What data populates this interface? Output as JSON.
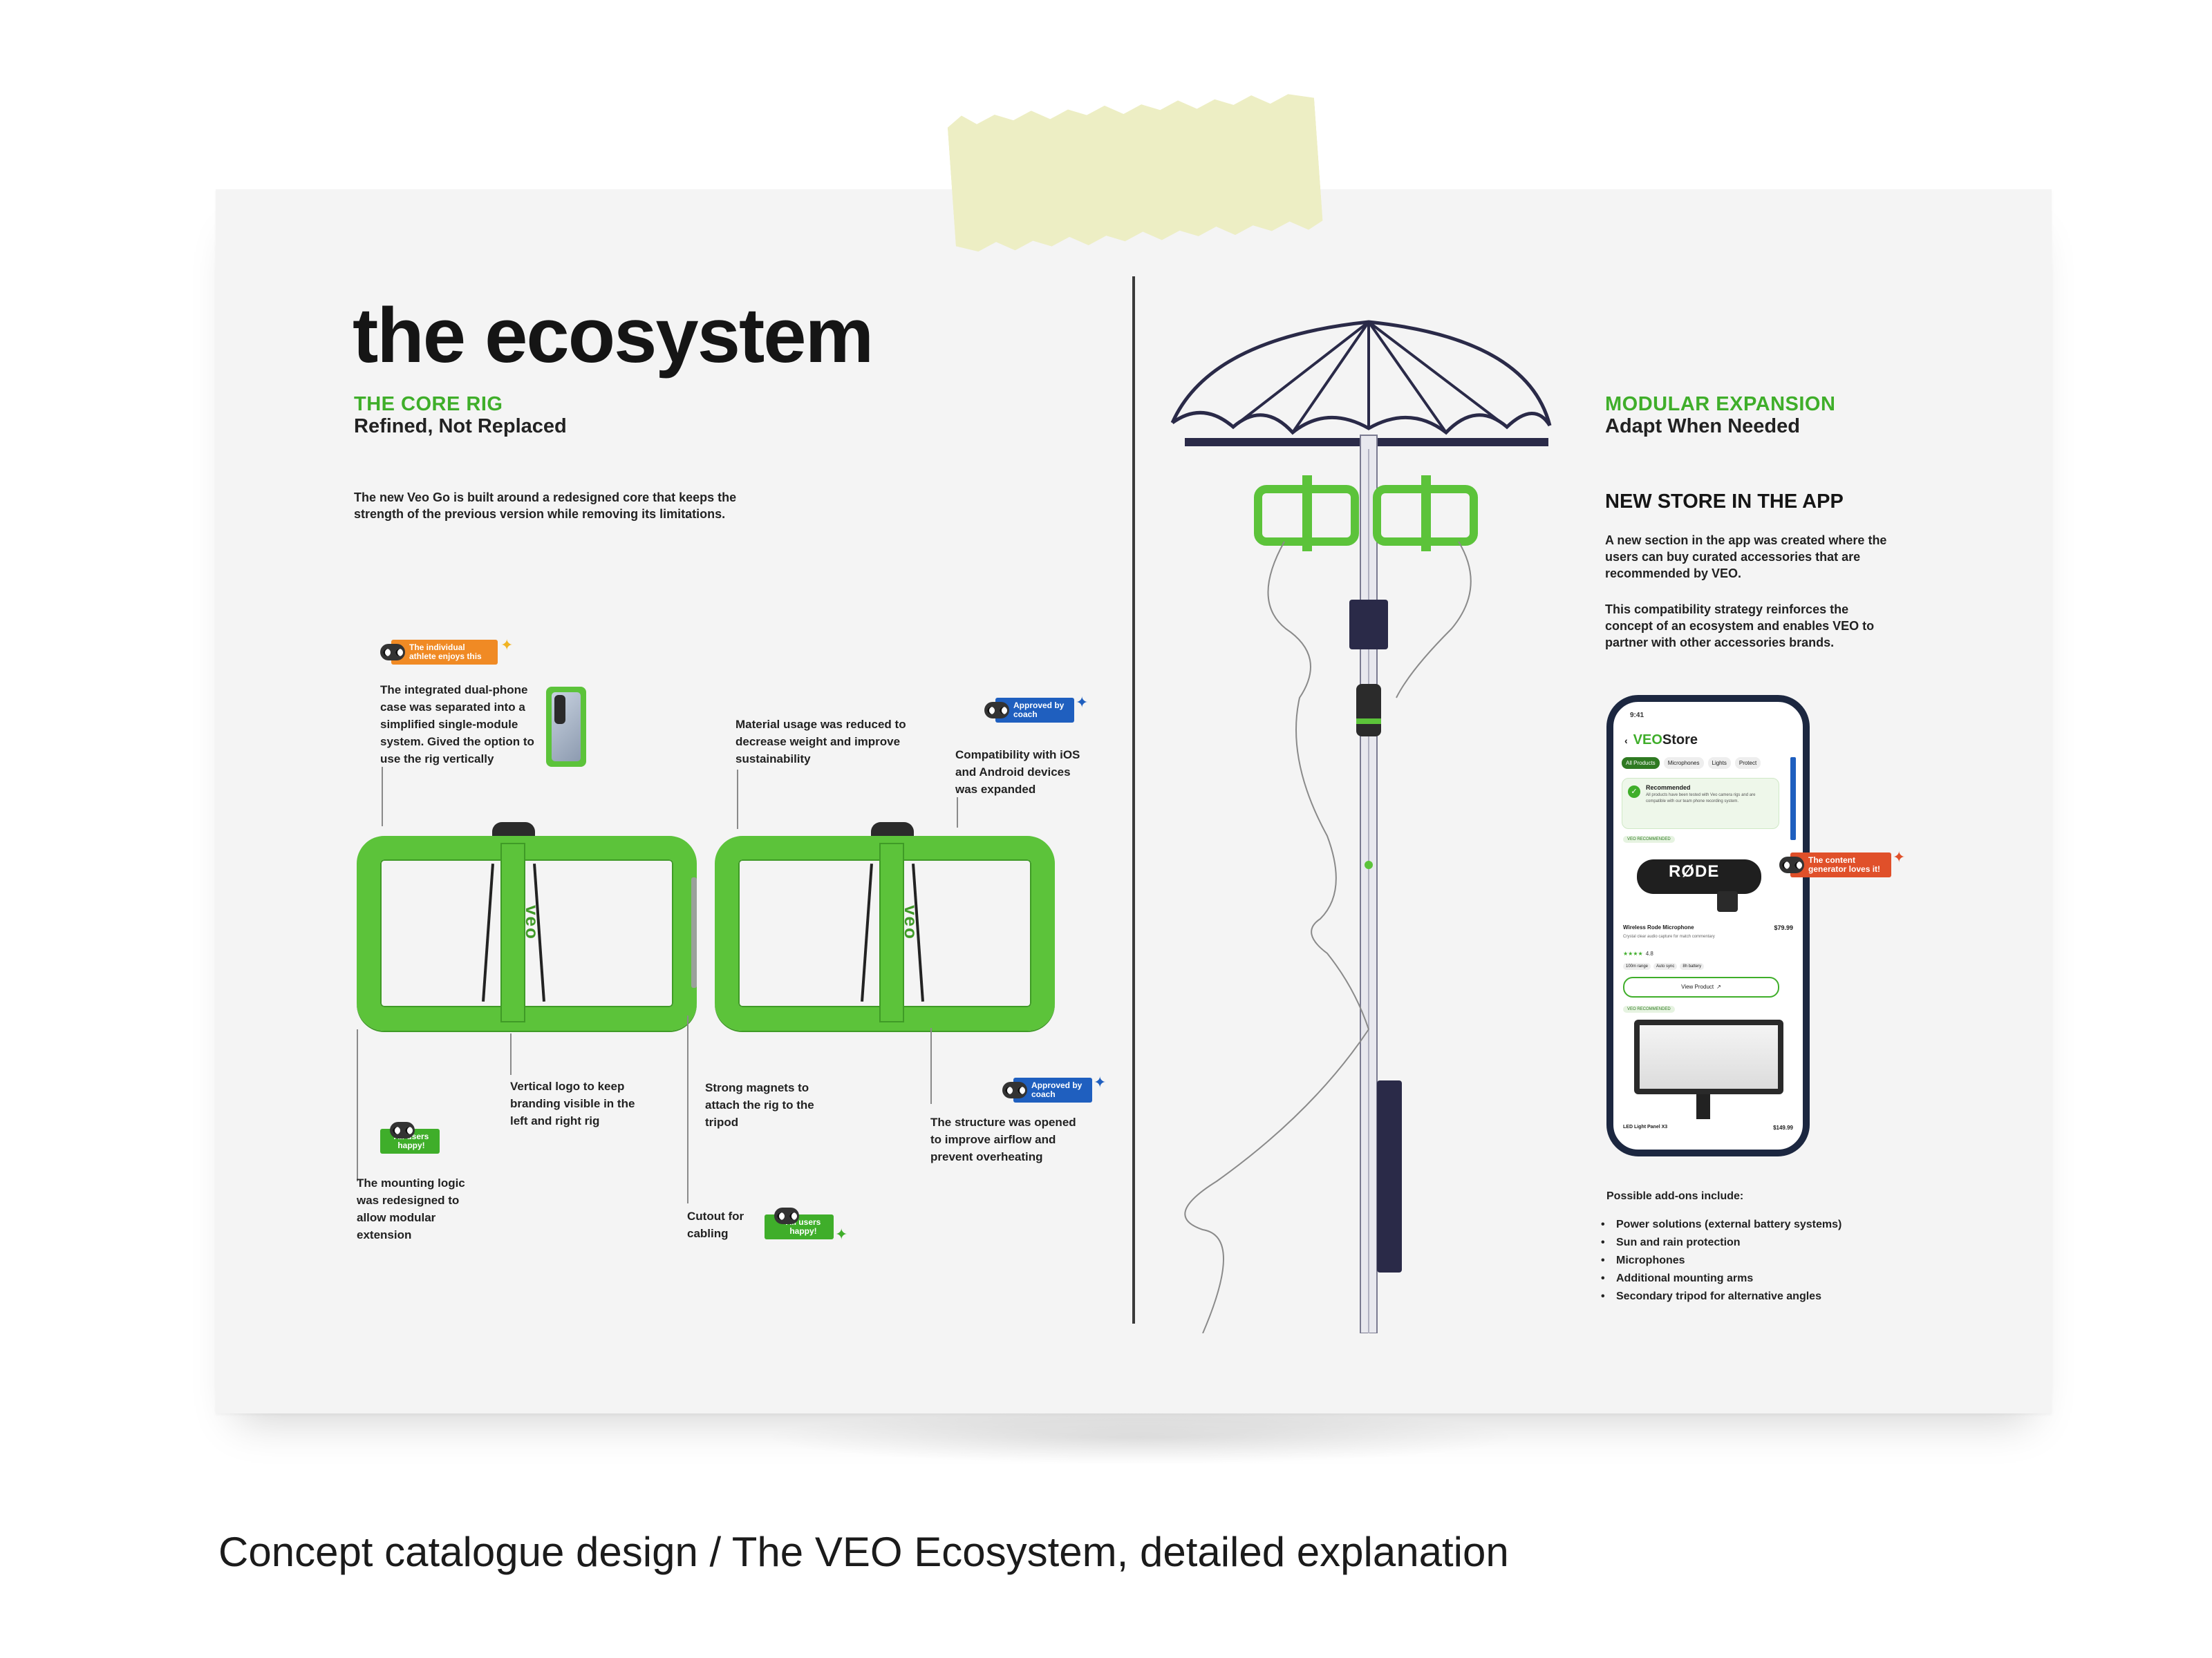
{
  "page": {
    "caption": "Concept catalogue design / The VEO Ecosystem, detailed explanation"
  },
  "left": {
    "title": "the ecosystem",
    "section_kicker": "THE CORE RIG",
    "section_subtitle": "Refined, Not Replaced",
    "intro": "The new Veo Go is built around a redesigned core that keeps the strength of the previous version while removing its limitations.",
    "rig_logo_text": "veo",
    "annotations": {
      "dual_phone": "The integrated dual-phone case was separated into a simplified single-module system. Gived the option to use the rig vertically",
      "material": "Material usage was reduced to decrease weight and improve sustainability",
      "compatibility": "Compatibility with iOS and Android devices was expanded",
      "vertical_logo": "Vertical logo to keep branding visible in the left and right rig",
      "magnets": "Strong magnets to attach the rig to the tripod",
      "airflow": "The structure was opened to improve airflow and prevent overheating",
      "mounting": "The mounting logic was redesigned to allow modular extension",
      "cutout": "Cutout for cabling"
    },
    "badges": {
      "athlete": "The individual athlete enjoys this",
      "coach_1": "Approved by coach",
      "coach_2": "Approved by coach",
      "users_1": "All users happy!",
      "users_2": "All users happy!"
    }
  },
  "right": {
    "section_kicker": "MODULAR EXPANSION",
    "section_subtitle": "Adapt When Needed",
    "store_heading": "NEW STORE IN THE APP",
    "store_para_1": "A new section in the app was created where the users can buy curated accessories that are recommended by VEO.",
    "store_para_2": "This compatibility strategy reinforces the concept of an ecosystem and enables VEO to partner with other accessories brands.",
    "content_badge": "The content generator loves it!",
    "addons_heading": "Possible add-ons include:",
    "addons": [
      "Power solutions (external battery systems)",
      "Sun and rain protection",
      "Microphones",
      "Additional mounting arms",
      "Secondary tripod for alternative angles"
    ],
    "phone": {
      "time": "9:41",
      "brand_veo": "VEO",
      "brand_store": "Store",
      "tabs": [
        "All Products",
        "Microphones",
        "Lights",
        "Protect"
      ],
      "recommended_title": "Recommended",
      "recommended_text": "All products have been tested with Veo camera rigs and are compatible with our team phone recording system.",
      "rec_label_1": "VEO RECOMMENDED",
      "mic_brand": "RØDE",
      "product_name": "Wireless Rode Microphone",
      "product_price": "$79.99",
      "product_desc": "Crystal clear audio capture for match commentary",
      "rating": "4.8",
      "chips": [
        "100m range",
        "Auto sync",
        "8h battery"
      ],
      "view_button": "View Product",
      "rec_label_2": "VEO RECOMMENDED",
      "second_product": "LED Light Panel X3",
      "second_price": "$149.99"
    }
  },
  "colors": {
    "brand_green": "#3fae2a",
    "rig_green": "#5cc33a",
    "orange_badge": "#f08a24",
    "blue_badge": "#1f5fbf",
    "red_badge": "#e0502a",
    "pole_navy": "#2a2a48",
    "tape": "#ecedbf"
  },
  "icons": [
    "eyes-mascot-icon",
    "sparkle-icon",
    "external-link-icon",
    "check-icon",
    "back-chevron-icon",
    "star-icon"
  ]
}
